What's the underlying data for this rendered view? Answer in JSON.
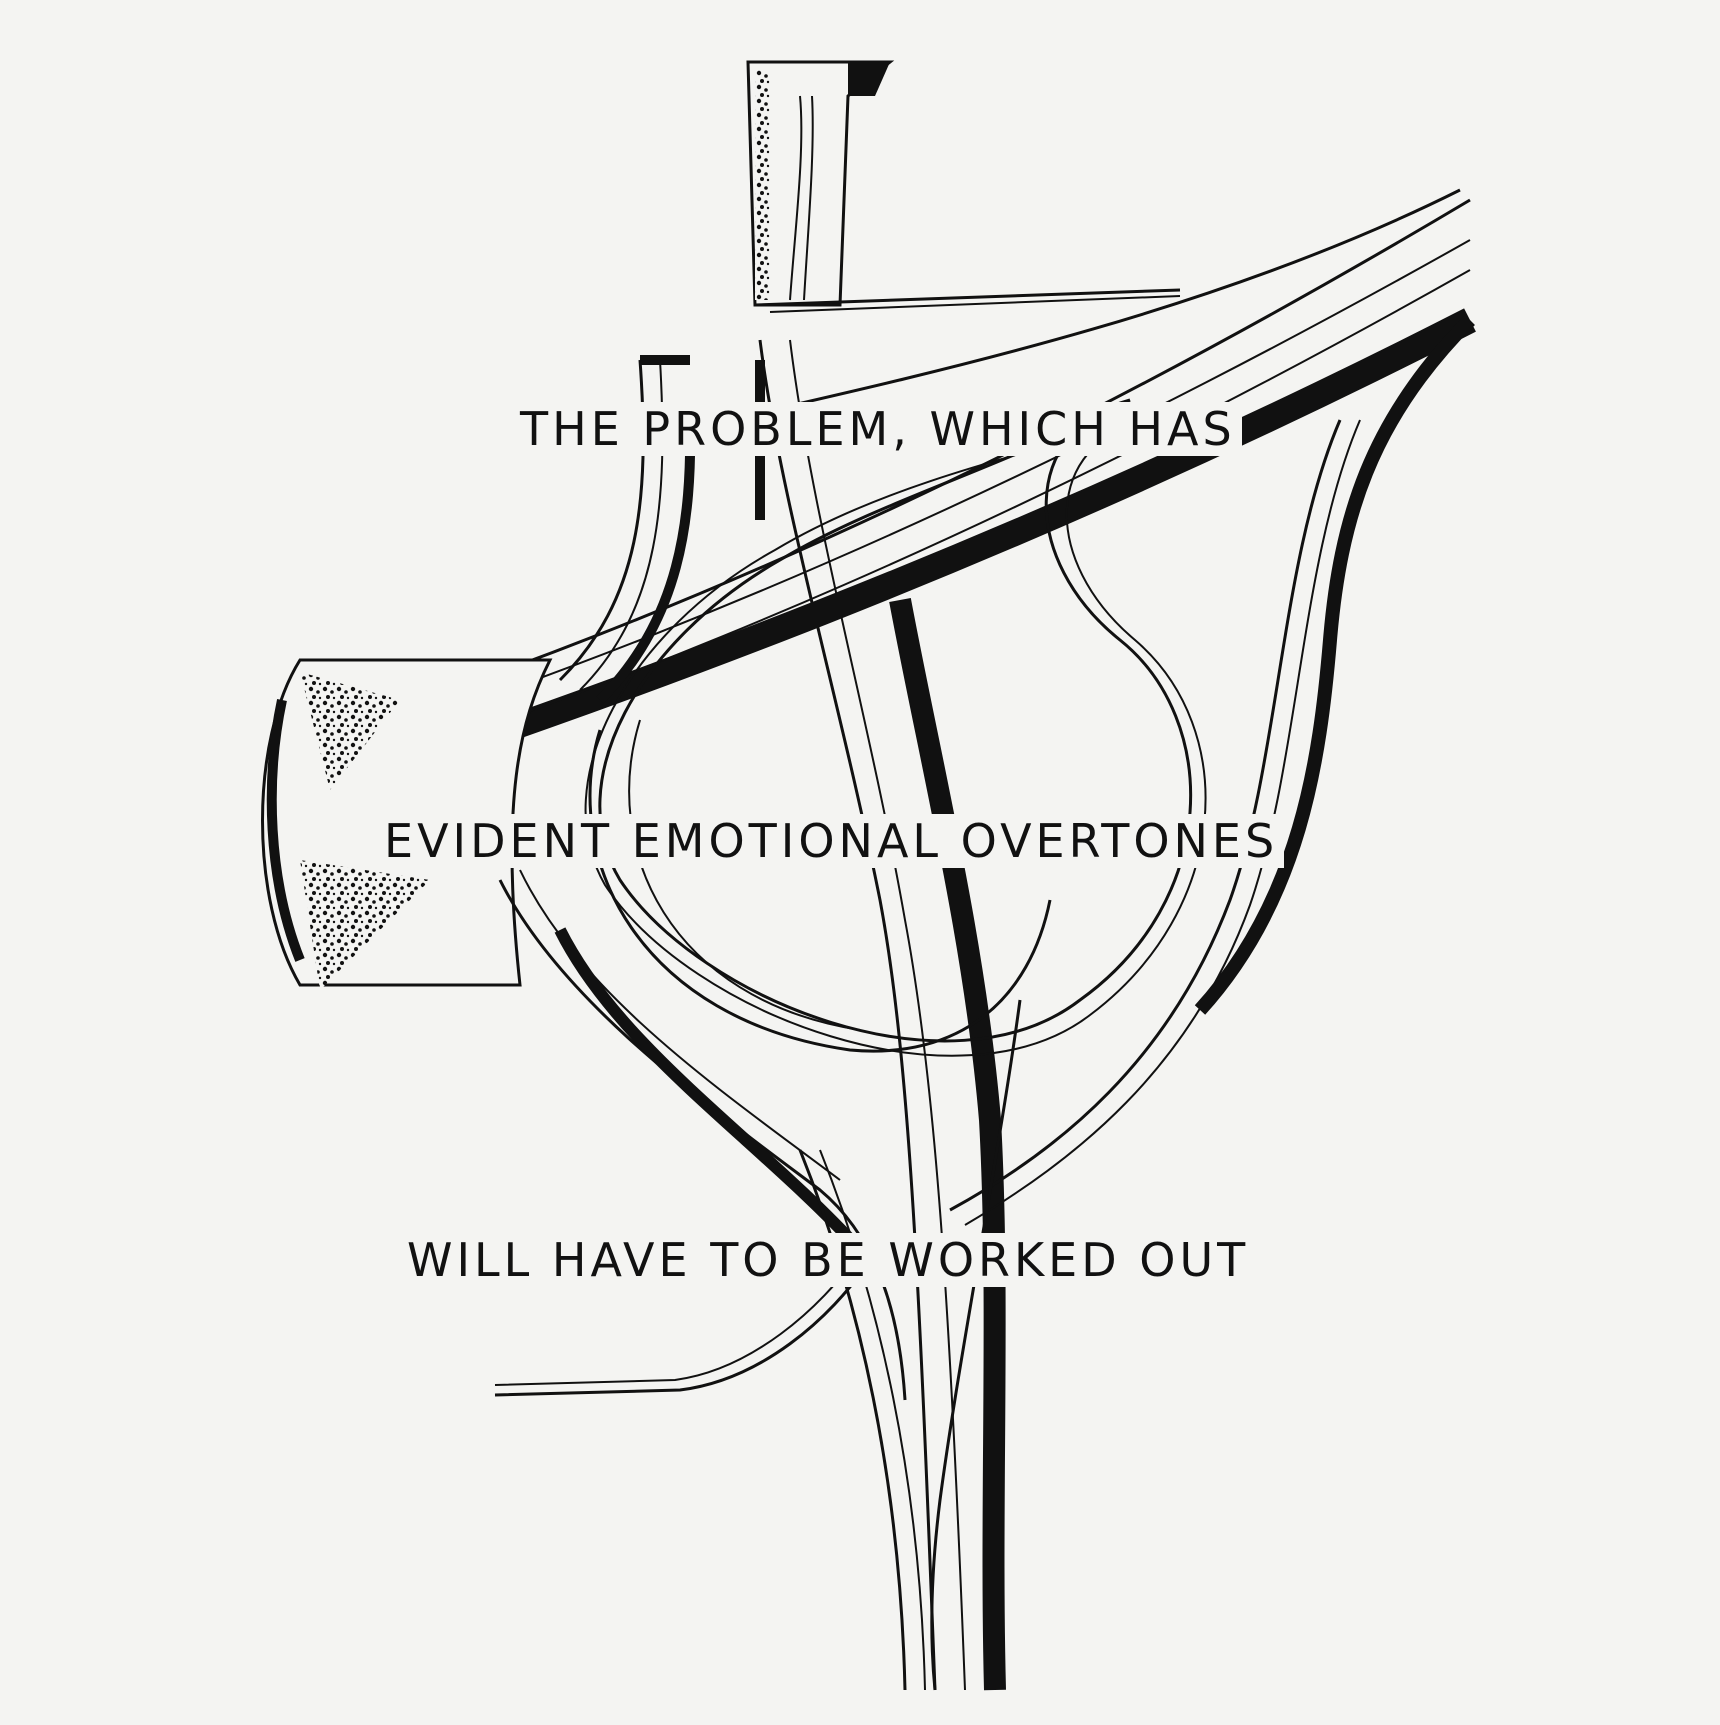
{
  "artwork": {
    "subject": "highway interchange drawing",
    "colors": {
      "paper": "#f4f4f2",
      "ink": "#111111"
    }
  },
  "captions": {
    "line1": "THE PROBLEM, WHICH HAS",
    "line2": "EVIDENT EMOTIONAL OVERTONES",
    "line3": "WILL HAVE TO BE WORKED OUT"
  }
}
